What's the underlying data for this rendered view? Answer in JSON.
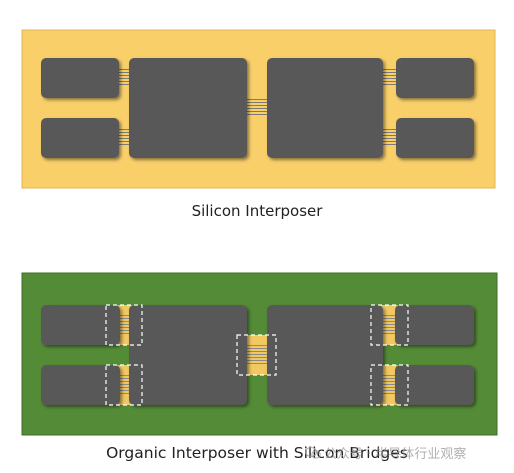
{
  "captions": {
    "silicon": "Silicon Interposer",
    "organic": "Organic Interposer with Silicon Bridges"
  },
  "watermark": {
    "text": "公众号 · 半导体行业观察"
  },
  "colors": {
    "silicon_interposer": "#f9cf6a",
    "organic_substrate": "#548b37",
    "die": "#595959",
    "bridge": "#f2c862",
    "bridge_outline": "#ffffff"
  }
}
